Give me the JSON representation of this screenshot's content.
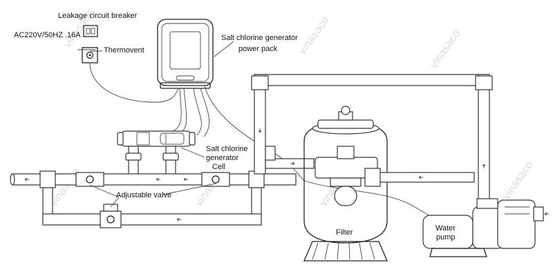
{
  "labels": {
    "leakage_breaker": "Leakage circuit breaker",
    "power_supply": "AC220V/50HZ .16A",
    "thermovent": "Thermovent",
    "power_pack_line1": "Salt chlorine generator",
    "power_pack_line2": "power pack",
    "cell_line1": "Salt chlorine",
    "cell_line2": "generator",
    "cell_line3": "Cell",
    "adjustable_valve": "Adjustable valve",
    "filter": "Filter",
    "pump_line1": "Water",
    "pump_line2": "pump"
  },
  "watermark": "vinasaco",
  "colors": {
    "line": "#222222",
    "watermark": "#dcdcdc",
    "background": "#ffffff"
  }
}
